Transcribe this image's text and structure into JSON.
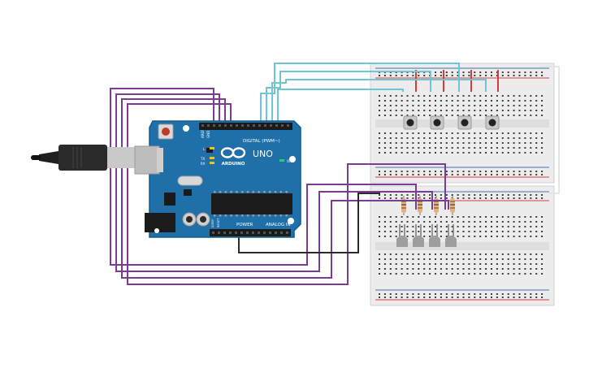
{
  "arduino": {
    "brand": "ARDUINO",
    "model": "UNO",
    "digital_header": "DIGITAL (PWM~)",
    "power_label": "POWER",
    "analog_label": "ANALOG IN",
    "aref": "AREF",
    "gnd": "GND",
    "tx": "TX",
    "rx": "RX",
    "on": "ON",
    "l": "L",
    "ioref": "IOREF",
    "reset": "RESET"
  },
  "breadboards": [
    {
      "name": "top-breadboard",
      "pushbuttons": 4
    },
    {
      "name": "bottom-breadboard",
      "resistors": 4,
      "leds": 4
    }
  ],
  "colors": {
    "board": "#1f6fa8",
    "board_edge": "#175a8c",
    "purple_wire": "#7b3c96",
    "teal_wire": "#6ec6d4",
    "black_wire": "#2b2b2b",
    "white_wire": "#e4e4e4",
    "rail_red": "#d73b3b",
    "rail_blue": "#4a6fb5",
    "breadboard": "#ececec"
  },
  "icons": [
    "usb-cable-icon",
    "infinity-logo-icon"
  ]
}
